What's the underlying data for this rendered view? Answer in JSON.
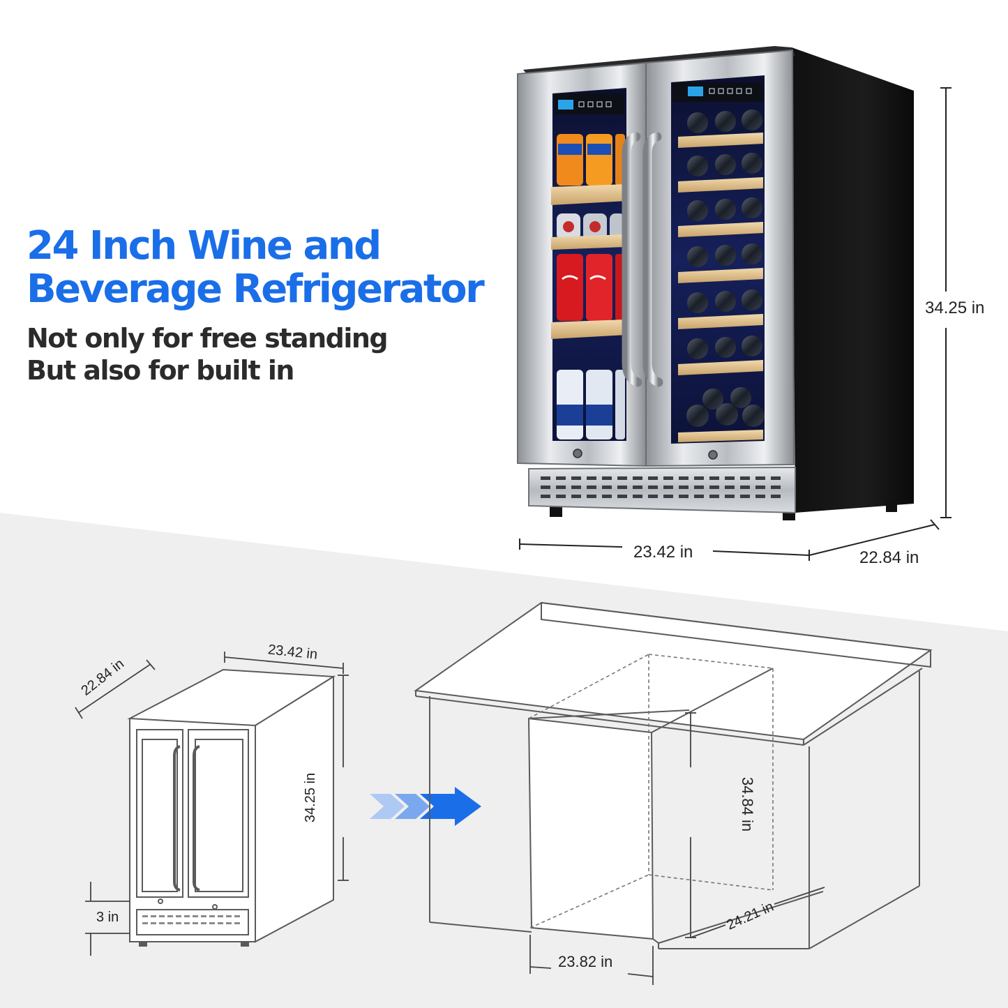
{
  "headline": {
    "line1": "24 Inch Wine and",
    "line2": "Beverage Refrigerator"
  },
  "subheadline": {
    "line1": "Not only for free standing",
    "line2": "But also for built in"
  },
  "product_dimensions": {
    "height": "34.25 in",
    "width": "23.42 in",
    "depth": "22.84 in"
  },
  "diagram_dimensions": {
    "depth": "22.84 in",
    "width": "23.42 in",
    "height": "34.25 in",
    "base": "3 in"
  },
  "cutout_dimensions": {
    "height": "34.84 in",
    "depth": "24.21 in",
    "width": "23.82 in"
  },
  "colors": {
    "headline": "#1a6ee8",
    "subheadline": "#2b2b2b",
    "background_lower": "#efefef",
    "arrow": "#1a6ee8"
  }
}
